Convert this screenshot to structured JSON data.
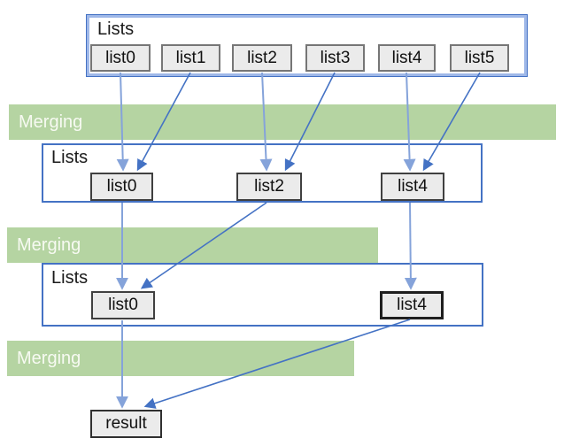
{
  "colors": {
    "band_green": "#B5D4A2",
    "band_text": "#F7FAF2",
    "container_blue": "#4472C4",
    "container_blue_light": "#9FB8E8",
    "arrow_light": "#85A3DA",
    "arrow_dark": "#4472C4",
    "box_fill": "#EBEBEB",
    "box_border_gray": "#767676",
    "box_border_dark": "#404040"
  },
  "rows": [
    {
      "label": "Lists",
      "items": [
        "list0",
        "list1",
        "list2",
        "list3",
        "list4",
        "list5"
      ]
    },
    {
      "label": "Lists",
      "items": [
        "list0",
        "list2",
        "list4"
      ]
    },
    {
      "label": "Lists",
      "items": [
        "list0",
        "list4"
      ]
    }
  ],
  "bands": [
    {
      "label": "Merging"
    },
    {
      "label": "Merging"
    },
    {
      "label": "Merging"
    }
  ],
  "result_label": "result"
}
